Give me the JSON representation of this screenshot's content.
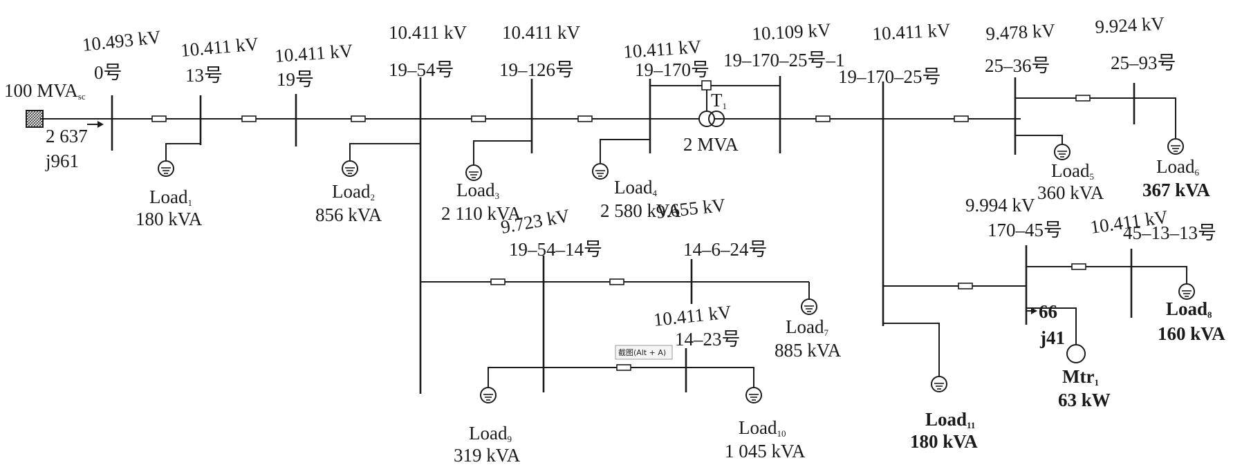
{
  "source": {
    "label": "100 MVA",
    "sub": "sc",
    "p": "2 637",
    "q": "j961"
  },
  "nodes": [
    {
      "id": "n0",
      "voltage": "10.493 kV",
      "name": "0号"
    },
    {
      "id": "n13",
      "voltage": "10.411 kV",
      "name": "13号"
    },
    {
      "id": "n19",
      "voltage": "10.411 kV",
      "name": "19号"
    },
    {
      "id": "n19_54",
      "voltage": "10.411 kV",
      "name": "19–54号"
    },
    {
      "id": "n19_126",
      "voltage": "10.411 kV",
      "name": "19–126号"
    },
    {
      "id": "n19_170",
      "voltage": "10.411 kV",
      "name": "19–170号"
    },
    {
      "id": "n19_170_25_1",
      "voltage": "10.109 kV",
      "name": "19–170–25号–1"
    },
    {
      "id": "n19_170_25",
      "voltage": "10.411 kV",
      "name": "19–170–25号"
    },
    {
      "id": "n25_36",
      "voltage": "9.478 kV",
      "name": "25–36号"
    },
    {
      "id": "n25_93",
      "voltage": "9.924 kV",
      "name": "25–93号"
    },
    {
      "id": "n19_54_14",
      "voltage": "9.723 kV",
      "name": "19–54–14号"
    },
    {
      "id": "n14_6_24",
      "voltage": "9.655 kV",
      "name": "14–6–24号"
    },
    {
      "id": "n14_23",
      "voltage": "10.411 kV",
      "name": "14–23号"
    },
    {
      "id": "n170_45",
      "voltage": "9.994 kV",
      "name": "170–45号"
    },
    {
      "id": "n45_13_13",
      "voltage": "10.411 kV",
      "name": "45–13–13号"
    }
  ],
  "transformer": {
    "label": "T",
    "sub": "1",
    "rating": "2 MVA"
  },
  "loads": [
    {
      "name": "Load",
      "sub": "1",
      "rating": "180 kVA"
    },
    {
      "name": "Load",
      "sub": "2",
      "rating": "856 kVA"
    },
    {
      "name": "Load",
      "sub": "3",
      "rating": "2 110 kVA"
    },
    {
      "name": "Load",
      "sub": "4",
      "rating": "2 580 kVA"
    },
    {
      "name": "Load",
      "sub": "5",
      "rating": "360 kVA"
    },
    {
      "name": "Load",
      "sub": "6",
      "rating": "367 kVA"
    },
    {
      "name": "Load",
      "sub": "7",
      "rating": "885 kVA"
    },
    {
      "name": "Load",
      "sub": "8",
      "rating": "160 kVA"
    },
    {
      "name": "Load",
      "sub": "9",
      "rating": "319 kVA"
    },
    {
      "name": "Load",
      "sub": "10",
      "rating": "1 045 kVA"
    },
    {
      "name": "Load",
      "sub": "11",
      "rating": "180 kVA"
    }
  ],
  "motor": {
    "name": "Mtr",
    "sub": "1",
    "rating": "63 kW",
    "p": "66",
    "q": "j41"
  },
  "tooltip": {
    "text": "截图(Alt + A)"
  }
}
